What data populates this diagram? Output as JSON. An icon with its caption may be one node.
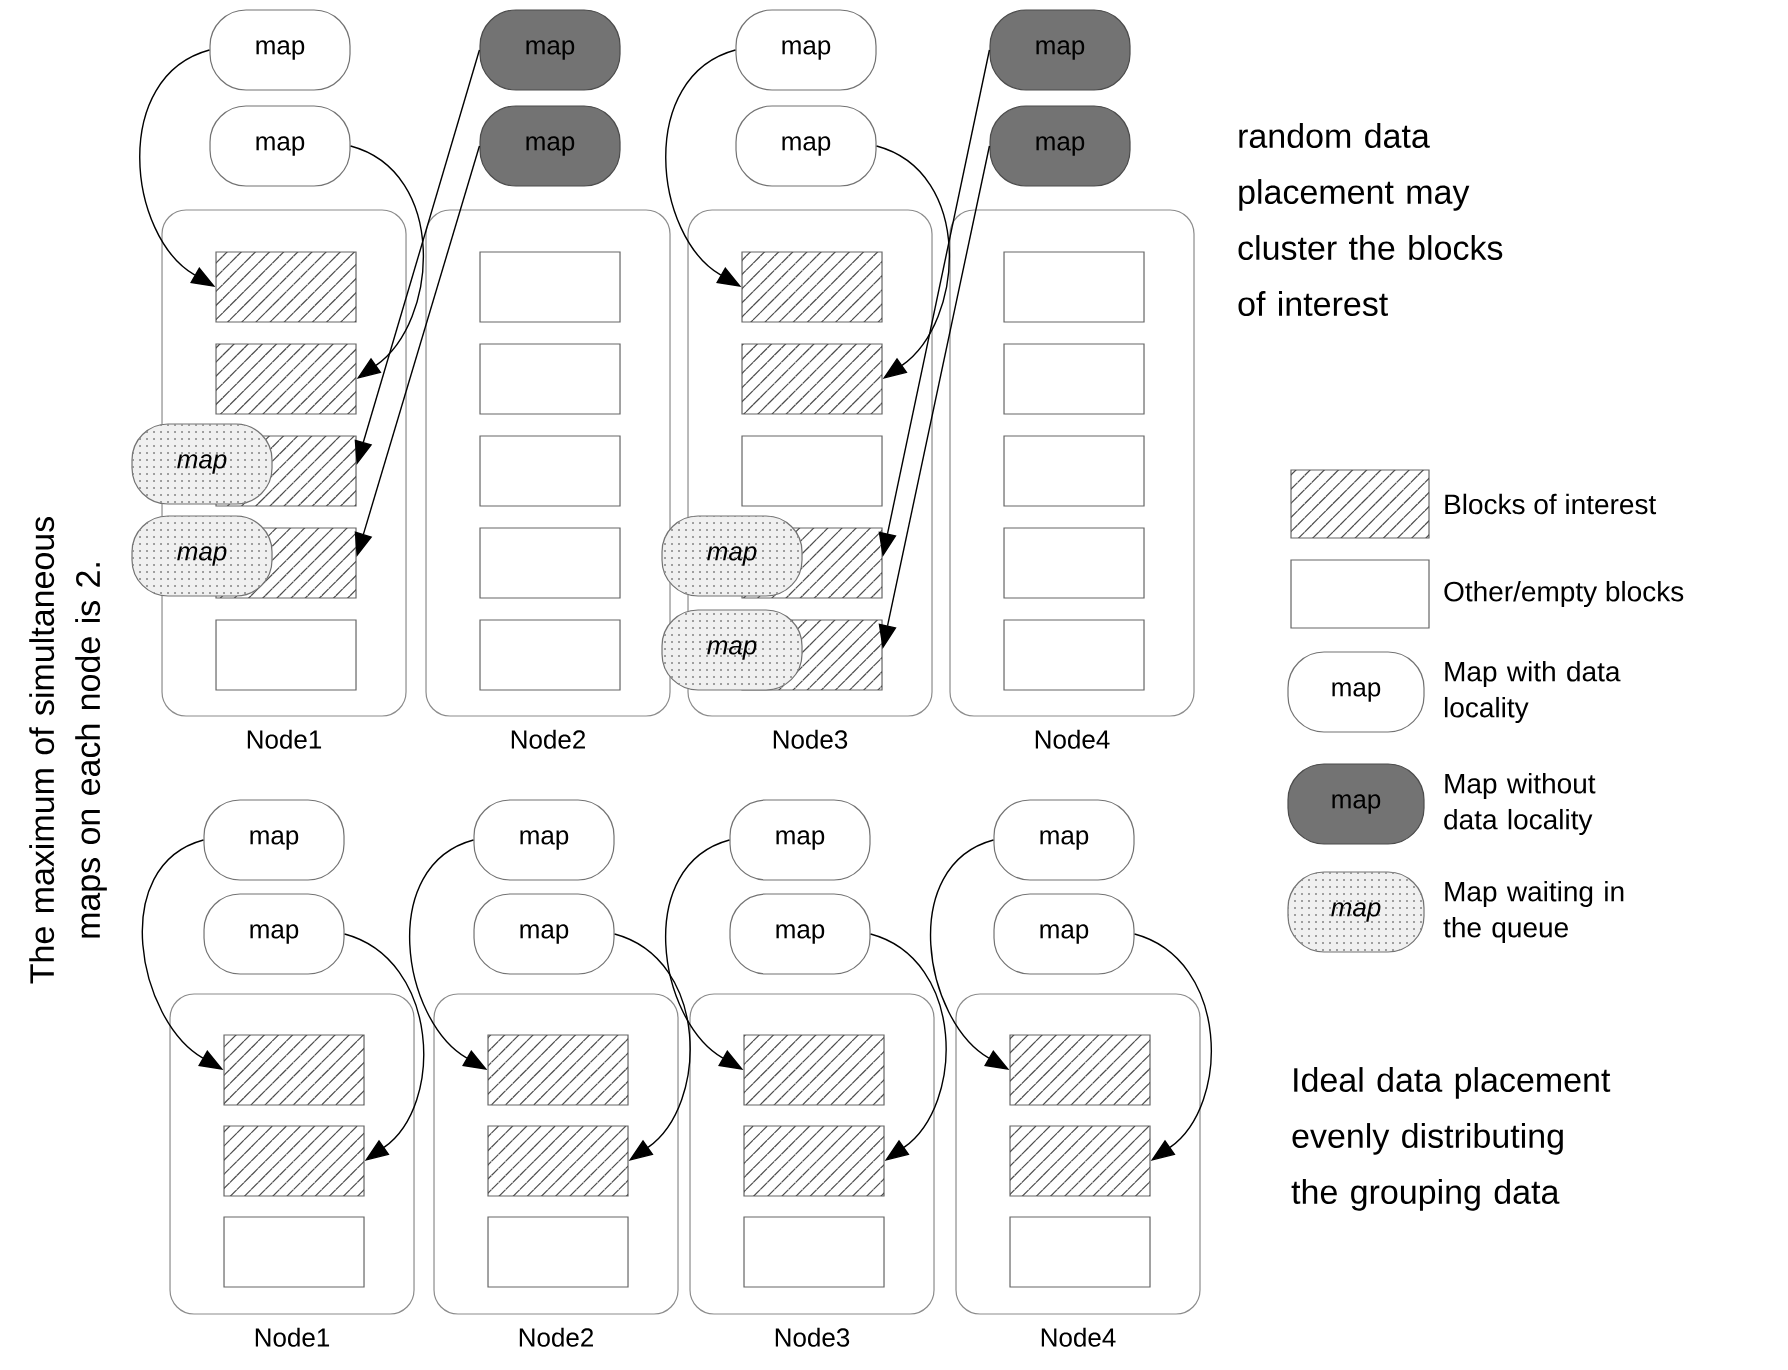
{
  "diagram": {
    "nodes": [
      {
        "text": [
          "map"
        ]
      },
      {
        "text": [
          "map"
        ]
      },
      {
        "text": [
          "Node1"
        ]
      },
      {
        "text": [],
        "shape": "box",
        "in": 2
      },
      {
        "text": [],
        "shape": "box",
        "in": 2
      },
      {
        "text": [],
        "shape": "box",
        "in": 2
      },
      {
        "text": [],
        "shape": "box",
        "in": 2
      },
      {
        "text": [],
        "shape": "box",
        "in": 2
      },
      {
        "text": [
          "map"
        ]
      },
      {
        "text": [
          "map"
        ]
      },
      {
        "text": [
          "map"
        ]
      },
      {
        "text": [
          "map"
        ]
      },
      {
        "text": [
          "Node2"
        ]
      },
      {
        "text": [],
        "shape": "box",
        "in": 12
      },
      {
        "text": [],
        "shape": "box",
        "in": 12
      },
      {
        "text": [],
        "shape": "box",
        "in": 12
      },
      {
        "text": [],
        "shape": "box",
        "in": 12
      },
      {
        "text": [],
        "shape": "box",
        "in": 12
      },
      {
        "text": [
          "map"
        ]
      },
      {
        "text": [
          "map"
        ]
      },
      {
        "text": [
          "Node3"
        ]
      },
      {
        "text": [],
        "shape": "box",
        "in": 20
      },
      {
        "text": [],
        "shape": "box",
        "in": 20
      },
      {
        "text": [],
        "shape": "box",
        "in": 20
      },
      {
        "text": [],
        "shape": "box",
        "in": 20
      },
      {
        "text": [],
        "shape": "box",
        "in": 20
      },
      {
        "text": [
          "map"
        ]
      },
      {
        "text": [
          "map"
        ]
      },
      {
        "text": [
          "map"
        ]
      },
      {
        "text": [
          "map"
        ]
      },
      {
        "text": [
          "Node4"
        ]
      },
      {
        "text": [],
        "shape": "box",
        "in": 30
      },
      {
        "text": [],
        "shape": "box",
        "in": 30
      },
      {
        "text": [],
        "shape": "box",
        "in": 30
      },
      {
        "text": [],
        "shape": "box",
        "in": 30
      },
      {
        "text": [],
        "shape": "box",
        "in": 30
      },
      {
        "text": [
          "map"
        ]
      },
      {
        "text": [
          "map"
        ]
      },
      {
        "text": [
          "Node1"
        ]
      },
      {
        "text": [],
        "shape": "box",
        "in": 38
      },
      {
        "text": [],
        "shape": "box",
        "in": 38
      },
      {
        "text": [],
        "shape": "box",
        "in": 38
      },
      {
        "text": [
          "map"
        ]
      },
      {
        "text": [
          "map"
        ]
      },
      {
        "text": [
          "Node2"
        ]
      },
      {
        "text": [],
        "shape": "box",
        "in": 44
      },
      {
        "text": [],
        "shape": "box",
        "in": 44
      },
      {
        "text": [],
        "shape": "box",
        "in": 44
      },
      {
        "text": [
          "map"
        ]
      },
      {
        "text": [
          "map"
        ]
      },
      {
        "text": [
          "Node3"
        ]
      },
      {
        "text": [],
        "shape": "box",
        "in": 50
      },
      {
        "text": [],
        "shape": "box",
        "in": 50
      },
      {
        "text": [],
        "shape": "box",
        "in": 50
      },
      {
        "text": [
          "map"
        ]
      },
      {
        "text": [
          "map"
        ]
      },
      {
        "text": [
          "Node4"
        ]
      },
      {
        "text": [],
        "shape": "box",
        "in": 56
      },
      {
        "text": [],
        "shape": "box",
        "in": 56
      },
      {
        "text": [],
        "shape": "box",
        "in": 56
      }
    ],
    "edges": [
      {
        "from": 0,
        "to": 3,
        "arrow": "to"
      },
      {
        "from": 1,
        "to": 4,
        "arrow": "to"
      },
      {
        "from": 10,
        "to": 5,
        "arrow": "to"
      },
      {
        "from": 11,
        "to": 6,
        "arrow": "to"
      },
      {
        "from": 18,
        "to": 21,
        "arrow": "to"
      },
      {
        "from": 19,
        "to": 22,
        "arrow": "to"
      },
      {
        "from": 28,
        "to": 24,
        "arrow": "to"
      },
      {
        "from": 29,
        "to": 25,
        "arrow": "to"
      },
      {
        "from": 36,
        "to": 39,
        "arrow": "to"
      },
      {
        "from": 37,
        "to": 40,
        "arrow": "to"
      },
      {
        "from": 42,
        "to": 45,
        "arrow": "to"
      },
      {
        "from": 43,
        "to": 46,
        "arrow": "to"
      },
      {
        "from": 48,
        "to": 51,
        "arrow": "to"
      },
      {
        "from": 49,
        "to": 52,
        "arrow": "to"
      },
      {
        "from": 54,
        "to": 57,
        "arrow": "to"
      },
      {
        "from": 55,
        "to": 58,
        "arrow": "to"
      }
    ],
    "labels": [
      "random data placement may cluster the blocks of interest",
      "Ideal data placement evenly distributing the grouping data",
      "The maximum of simultaneous maps on each node is 2.",
      "map",
      "map",
      "map"
    ],
    "legend": [
      {
        "text": "Blocks of interest"
      },
      {
        "text": "Other/empty blocks"
      },
      {
        "text": "Map with data locality"
      },
      {
        "text": "Map without data locality"
      },
      {
        "text": "Map waiting in the queue"
      }
    ]
  }
}
